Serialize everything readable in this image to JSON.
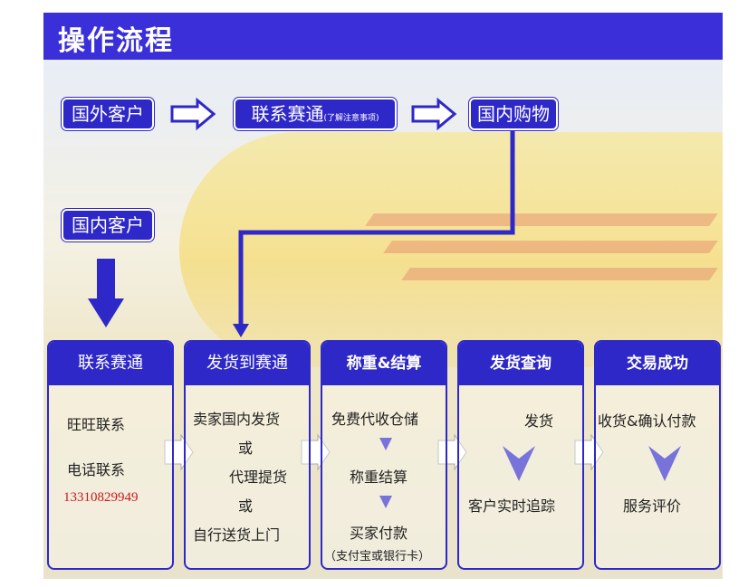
{
  "title": "操作流程",
  "top_row": {
    "foreign_customer": "国外客户",
    "contact_saitong": "联系赛通",
    "contact_note": "(了解注意事项)",
    "domestic_shopping": "国内购物"
  },
  "domestic_customer": "国内客户",
  "panels": [
    {
      "title": "联系赛通",
      "lines": [
        "旺旺联系",
        "电话联系"
      ],
      "phone": "13310829949"
    },
    {
      "title": "发货到赛通",
      "lines": [
        "卖家国内发货",
        "或",
        "代理提货",
        "或",
        "自行送货上门"
      ]
    },
    {
      "title": "称重&结算",
      "lines": [
        "免费代收仓储",
        "称重结算",
        "买家付款"
      ],
      "note": "（支付宝或银行卡）"
    },
    {
      "title": "发货查询",
      "lines": [
        "发货",
        "客户实时追踪"
      ]
    },
    {
      "title": "交易成功",
      "lines": [
        "收货&确认付款",
        "服务评价"
      ]
    }
  ],
  "colors": {
    "primary": "#2f28c8",
    "title_bar": "#3a2fd9",
    "phone": "#cc1a1a"
  }
}
